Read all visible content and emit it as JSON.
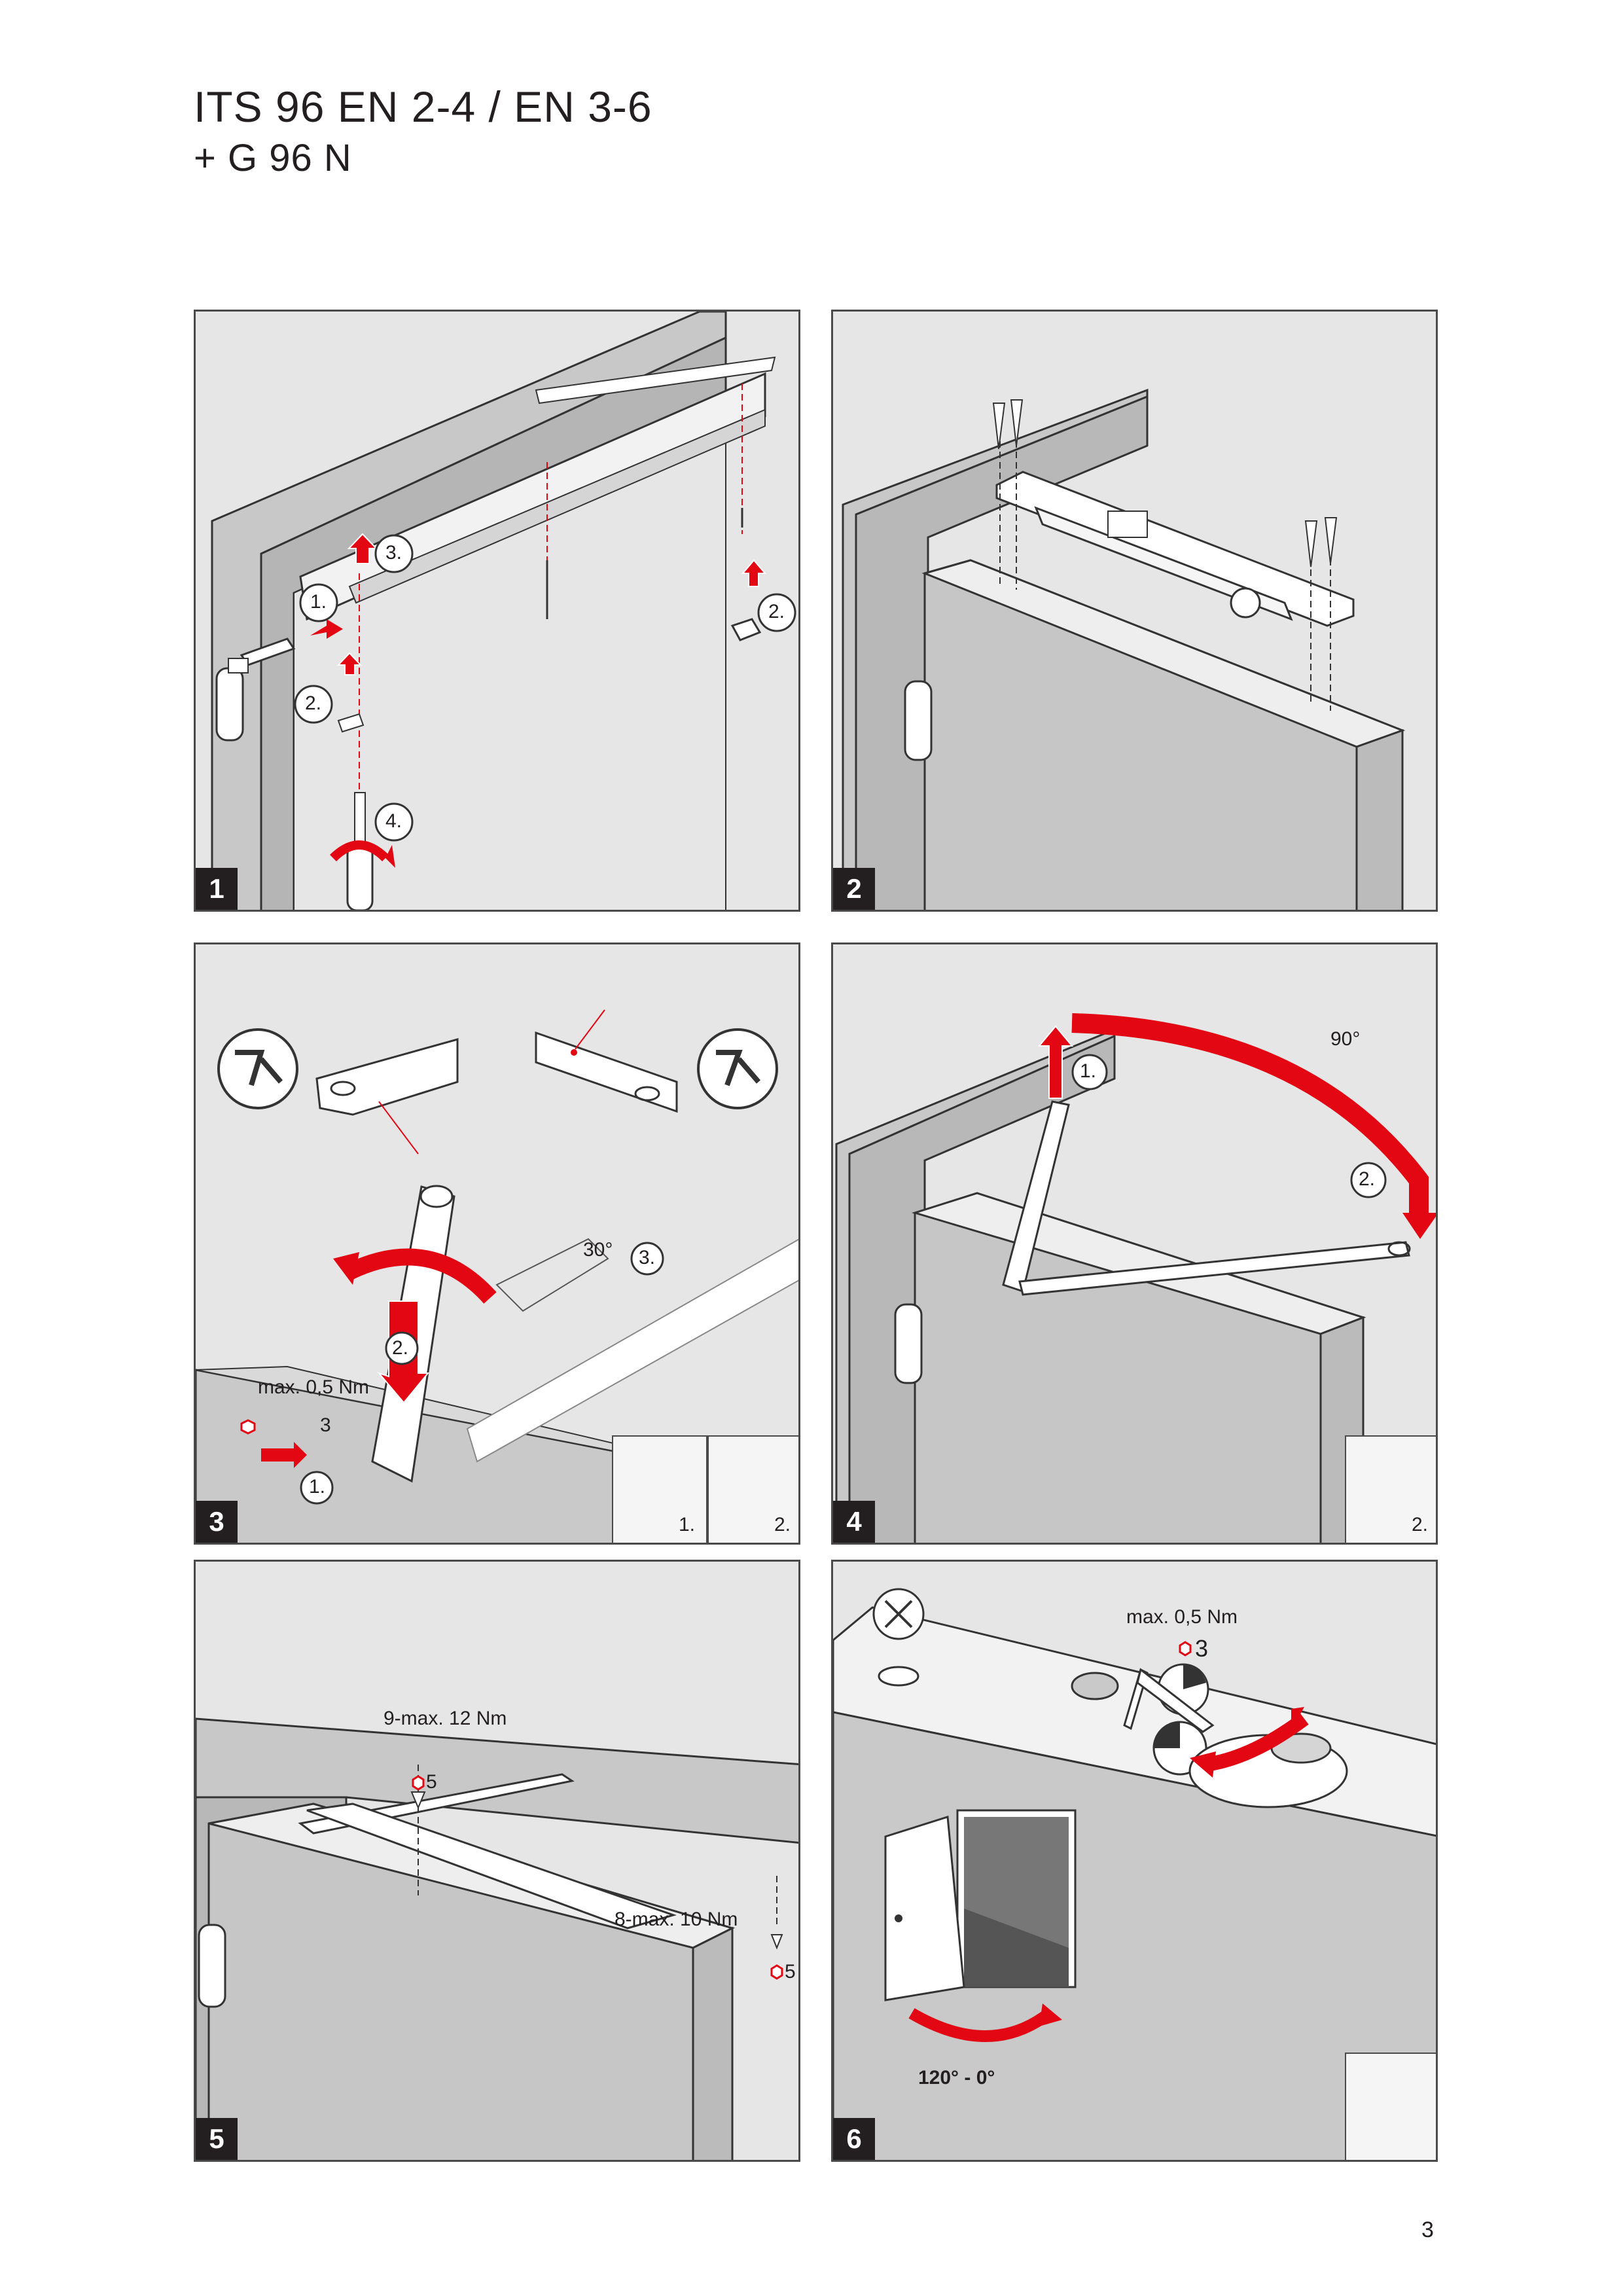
{
  "header": {
    "title": "ITS 96 EN 2-4 / EN 3-6",
    "subtitle": "+ G 96 N"
  },
  "panels": [
    {
      "number": "1",
      "labels": [
        "3.",
        "1.",
        "2.",
        "2.",
        "4."
      ]
    },
    {
      "number": "2"
    },
    {
      "number": "3",
      "labels": [
        "2.",
        "max. 0,5 Nm",
        "3",
        "1.",
        "30°",
        "3."
      ],
      "inset_labels": [
        "1.",
        "2."
      ]
    },
    {
      "number": "4",
      "labels": [
        "1.",
        "90°",
        "2."
      ],
      "inset_labels": [
        "2."
      ]
    },
    {
      "number": "5",
      "labels": [
        "9-max. 12 Nm",
        "5",
        "8-max. 10 Nm",
        "5"
      ]
    },
    {
      "number": "6",
      "labels": [
        "max. 0,5 Nm",
        "3",
        "120° - 0°"
      ]
    }
  ],
  "footer": {
    "page_number": "3"
  },
  "colors": {
    "accent": "#e30613",
    "panel_bg": "#e6e6e6",
    "ink": "#231f20"
  }
}
